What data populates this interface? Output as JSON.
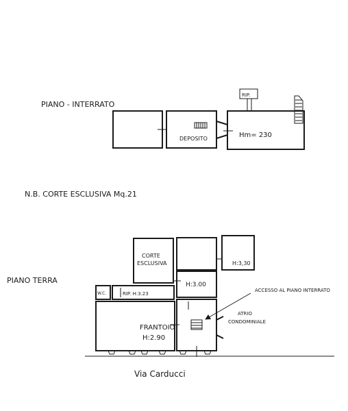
{
  "sections": {
    "basement_title": "PIANO - INTERRATO",
    "ground_title": "PIANO TERRA"
  },
  "basement": {
    "deposit_label": "DEPOSITO",
    "height_label": "Hm= 230",
    "rip_label": "RIP."
  },
  "note": "N.B. CORTE ESCLUSIVA Mq.21",
  "ground": {
    "courtyard_label_1": "CORTE",
    "courtyard_label_2": "ESCLUSIVA",
    "room_height_330": "H:3,30",
    "room_height_300": "H:3.00",
    "wc_label": "W.C.",
    "rip_height": "RIP. H:3.23",
    "frantoio_label": "FRANTOIO",
    "frantoio_height": "H:2.90",
    "access_label": "ACCESSO AL PIANO INTERRATO",
    "atrio_label_1": "ATRIO",
    "atrio_label_2": "CONDOMINIALE"
  },
  "street": "Via Carducci"
}
